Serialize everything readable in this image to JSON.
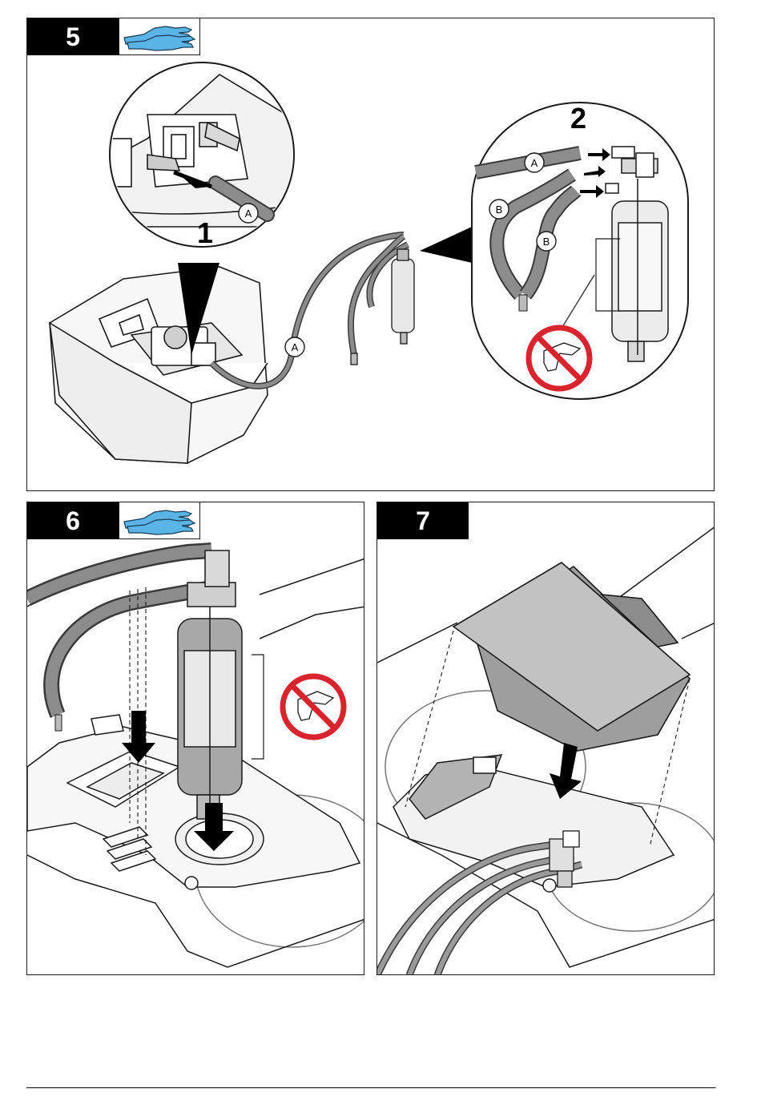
{
  "steps": [
    {
      "number": "5",
      "glove_icon": "gloves-icon",
      "substeps": [
        "1",
        "2"
      ],
      "callouts": [
        "A",
        "A",
        "A",
        "B",
        "B"
      ]
    },
    {
      "number": "6",
      "glove_icon": "gloves-icon"
    },
    {
      "number": "7"
    }
  ],
  "colors": {
    "tube": "#8c8c8c",
    "tube_outline": "#3a3a3a",
    "glove": "#5ab4e6",
    "prohibit": "#d9232d",
    "cover": "#b3b3b3",
    "badge": "#000000"
  }
}
